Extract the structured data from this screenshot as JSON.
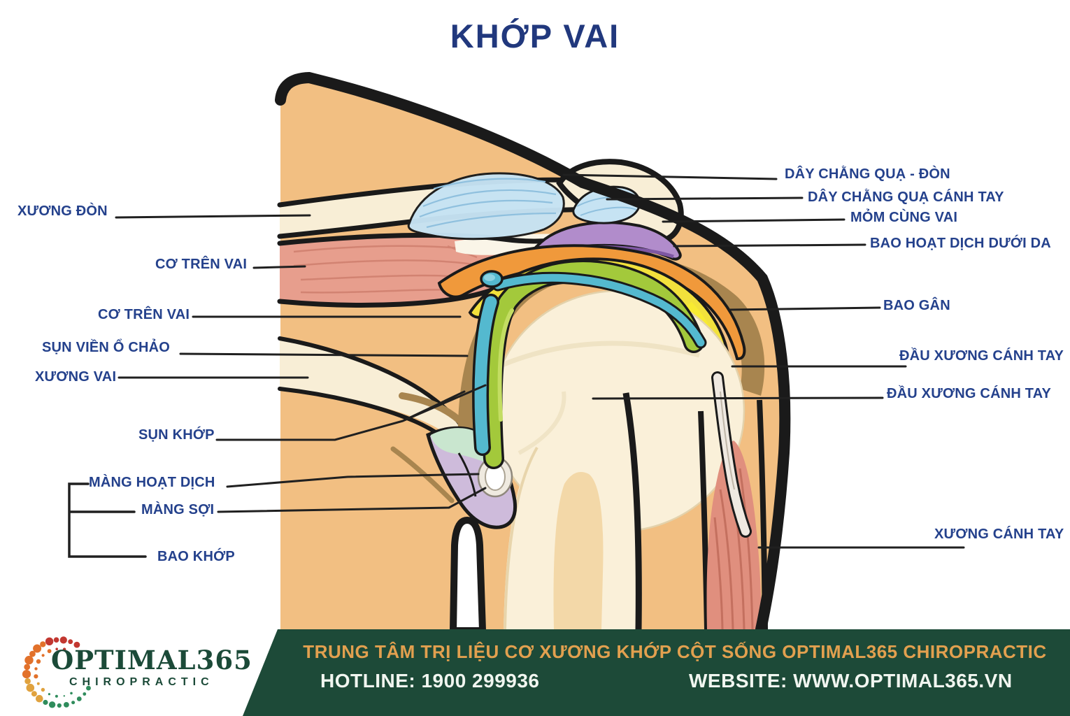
{
  "title": "KHỚP VAI",
  "labels": {
    "xuong_don": "XƯƠNG ĐÒN",
    "co_tren_vai_1": "CƠ TRÊN VAI",
    "co_tren_vai_2": "CƠ TRÊN VAI",
    "sun_vien_o_chao": "SỤN VIỀN Ổ CHẢO",
    "xuong_vai": "XƯƠNG VAI",
    "sun_khop": "SỤN KHỚP",
    "mang_hoat_dich": "MÀNG HOẠT DỊCH",
    "mang_soi": "MÀNG SỢI",
    "bao_khop": "BAO KHỚP",
    "day_chang_qua_don": "DÂY CHẰNG QUẠ - ĐÒN",
    "day_chang_qua_canh_tay": "DÂY CHẰNG QUẠ CÁNH TAY",
    "mom_cung_vai": "MỎM CÙNG VAI",
    "bao_hoat_dich_duoi_da": "BAO HOẠT DỊCH DƯỚI DA",
    "bao_gan": "BAO GÂN",
    "dau_xuong_canh_tay_1": "ĐẦU XƯƠNG CÁNH TAY",
    "dau_xuong_canh_tay_2": "ĐẦU XƯƠNG CÁNH TAY",
    "xuong_canh_tay": "XƯƠNG CÁNH TAY"
  },
  "footer": {
    "tagline": "TRUNG TÂM TRỊ LIỆU CƠ XƯƠNG KHỚP CỘT SỐNG OPTIMAL365 CHIROPRACTIC",
    "hotline": "HOTLINE: 1900 299936",
    "website": "WEBSITE: WWW.OPTIMAL365.VN",
    "logo": {
      "name": "OPTIMAL365",
      "subtitle": "CHIROPRACTIC"
    }
  },
  "colors": {
    "label_text": "#24418C",
    "title_text": "#21387D",
    "footer_green": "#1D4A38",
    "footer_gold": "#E2A04F",
    "footer_white": "#F1F6F0",
    "logo_green": "#1B4A38",
    "logo_dot_red": "#C23730",
    "logo_dot_orange": "#E2712A",
    "logo_dot_amber": "#E0A23E",
    "logo_dot_green": "#2F8C5C",
    "skin": "#F2BF82",
    "bone_cream": "#F9EFD8",
    "muscle_pink": "#E79E8D",
    "ligament_blue": "#C6E3F3",
    "bursa_purple": "#B18CCB",
    "tendon_orange": "#F0993B",
    "cartilage_yellow": "#F2E13C",
    "cartilage_green": "#A3C93B",
    "labrum_teal": "#54B9CF",
    "capsule_lavender": "#CEBBDB",
    "membrane_mint": "#C9E6CF",
    "outline_black": "#1A1A1A",
    "brown": "#A8854F"
  }
}
